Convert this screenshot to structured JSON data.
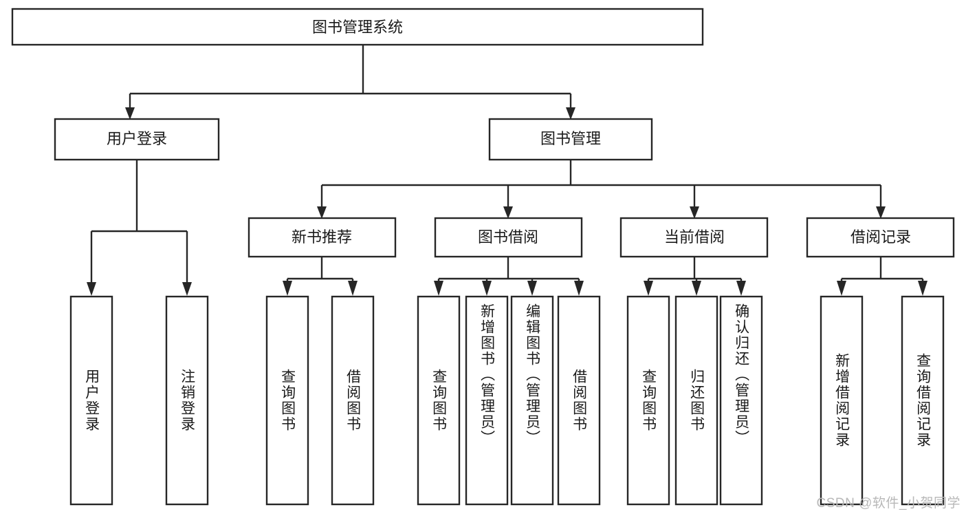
{
  "diagram": {
    "type": "tree-hierarchy",
    "title": "图书管理系统",
    "orientation": "top-down",
    "watermark": "CSDN @软件_小贺同学",
    "colors": {
      "box_fill": "#ffffff",
      "box_stroke": "#262626",
      "text": "#1a1a1a",
      "background": "#ffffff",
      "watermark": "#b8b8b8"
    },
    "root": {
      "id": "root",
      "label": "图书管理系统"
    },
    "level2": [
      {
        "id": "user-login",
        "label": "用户登录"
      },
      {
        "id": "book-management",
        "label": "图书管理"
      }
    ],
    "level3": [
      {
        "id": "new-book-recommend",
        "label": "新书推荐",
        "parent": "book-management"
      },
      {
        "id": "book-borrow",
        "label": "图书借阅",
        "parent": "book-management"
      },
      {
        "id": "current-borrow",
        "label": "当前借阅",
        "parent": "book-management"
      },
      {
        "id": "borrow-record",
        "label": "借阅记录",
        "parent": "book-management"
      }
    ],
    "leaves": [
      {
        "id": "leaf-user-login",
        "label": "用户登录",
        "parent": "user-login",
        "align": "center"
      },
      {
        "id": "leaf-user-logout",
        "label": "注销登录",
        "parent": "user-login",
        "align": "center"
      },
      {
        "id": "leaf-query-book-1",
        "label": "查询图书",
        "parent": "new-book-recommend",
        "align": "center"
      },
      {
        "id": "leaf-borrow-book-1",
        "label": "借阅图书",
        "parent": "new-book-recommend",
        "align": "center"
      },
      {
        "id": "leaf-query-book-2",
        "label": "查询图书",
        "parent": "book-borrow",
        "align": "center"
      },
      {
        "id": "leaf-add-book",
        "label": "新增图书（管理员）",
        "parent": "book-borrow",
        "align": "top"
      },
      {
        "id": "leaf-edit-book",
        "label": "编辑图书（管理员）",
        "parent": "book-borrow",
        "align": "top"
      },
      {
        "id": "leaf-borrow-book-2",
        "label": "借阅图书",
        "parent": "book-borrow",
        "align": "center"
      },
      {
        "id": "leaf-query-book-3",
        "label": "查询图书",
        "parent": "current-borrow",
        "align": "center"
      },
      {
        "id": "leaf-return-book",
        "label": "归还图书",
        "parent": "current-borrow",
        "align": "center"
      },
      {
        "id": "leaf-confirm-return",
        "label": "确认归还（管理员）",
        "parent": "current-borrow",
        "align": "top"
      },
      {
        "id": "leaf-add-record",
        "label": "新增借阅记录",
        "parent": "borrow-record",
        "align": "center"
      },
      {
        "id": "leaf-query-record",
        "label": "查询借阅记录",
        "parent": "borrow-record",
        "align": "center"
      }
    ]
  }
}
